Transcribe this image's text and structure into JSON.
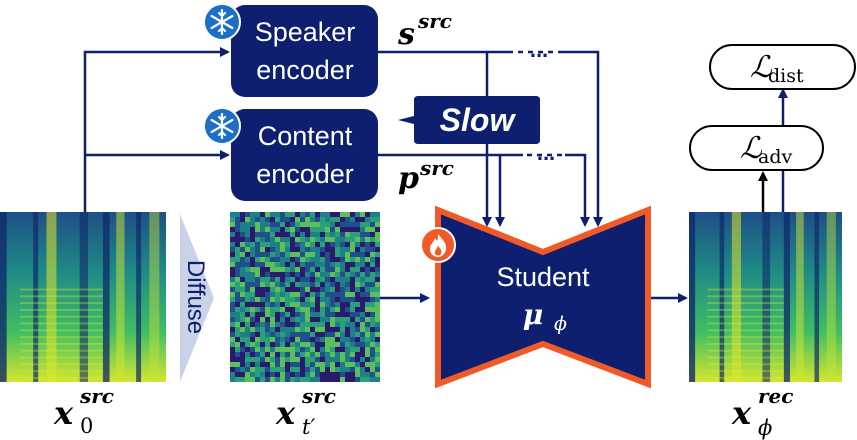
{
  "encoders": {
    "speaker": {
      "line1": "Speaker",
      "line2": "encoder"
    },
    "content": {
      "line1": "Content",
      "line2": "encoder"
    },
    "frozen_icon": "snowflake-icon"
  },
  "slow": {
    "label": "Slow"
  },
  "features": {
    "speaker_embedding": {
      "base": "s",
      "sup": "src"
    },
    "content_embedding": {
      "base": "p",
      "sup": "src"
    },
    "ellipsis": "..."
  },
  "diffuse": {
    "label": "Diffuse"
  },
  "student": {
    "line1": "Student",
    "symbol": "μ",
    "sub": "ϕ",
    "trainable_icon": "flame-icon"
  },
  "losses": {
    "dist": {
      "symbol": "ℒ",
      "sub": "dist"
    },
    "adv": {
      "symbol": "ℒ",
      "sub": "adv"
    }
  },
  "captions": {
    "x0": {
      "base": "x",
      "sup": "src",
      "sub": "0"
    },
    "xt": {
      "base": "x",
      "sup": "src",
      "sub": "t′"
    },
    "xrec": {
      "base": "x",
      "sup": "rec",
      "sub": "ϕ"
    }
  },
  "colors": {
    "navy": "#0d1f6e",
    "orange": "#f05a28",
    "snow_bg": "#1b6fc9",
    "diffuse_arrow": "#c9d2e6"
  }
}
